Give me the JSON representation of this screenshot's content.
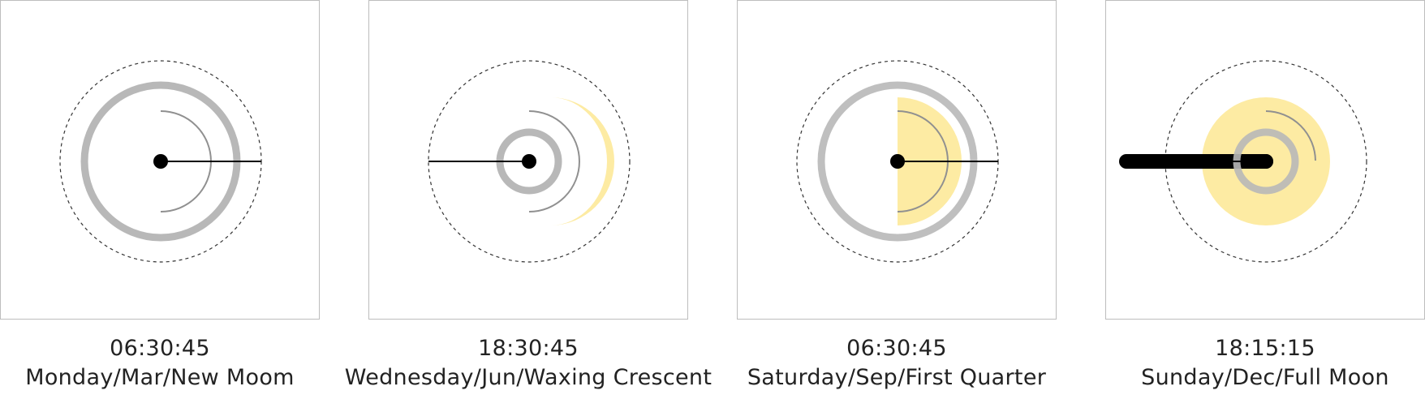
{
  "colors": {
    "hand": "#000000",
    "ring": "#b8b8b8",
    "moon": "#fdeba3",
    "dial": "#333333",
    "arc": "#909090"
  },
  "clocks": [
    {
      "time": "06:30:45",
      "caption": "Monday/Mar/New Moom",
      "hour": 6,
      "minute": 30,
      "second": 45,
      "weekday_index": 0,
      "month": 3,
      "phase": "New Moom"
    },
    {
      "time": "18:30:45",
      "caption": "Wednesday/Jun/Waxing Crescent",
      "hour": 18,
      "minute": 30,
      "second": 45,
      "weekday_index": 2,
      "month": 6,
      "phase": "Waxing Crescent"
    },
    {
      "time": "06:30:45",
      "caption": "Saturday/Sep/First Quarter",
      "hour": 6,
      "minute": 30,
      "second": 45,
      "weekday_index": 5,
      "month": 9,
      "phase": "First Quarter"
    },
    {
      "time": "18:15:15",
      "caption": "Sunday/Dec/Full Moon",
      "hour": 18,
      "minute": 15,
      "second": 15,
      "weekday_index": 6,
      "month": 12,
      "phase": "Full Moon"
    }
  ]
}
